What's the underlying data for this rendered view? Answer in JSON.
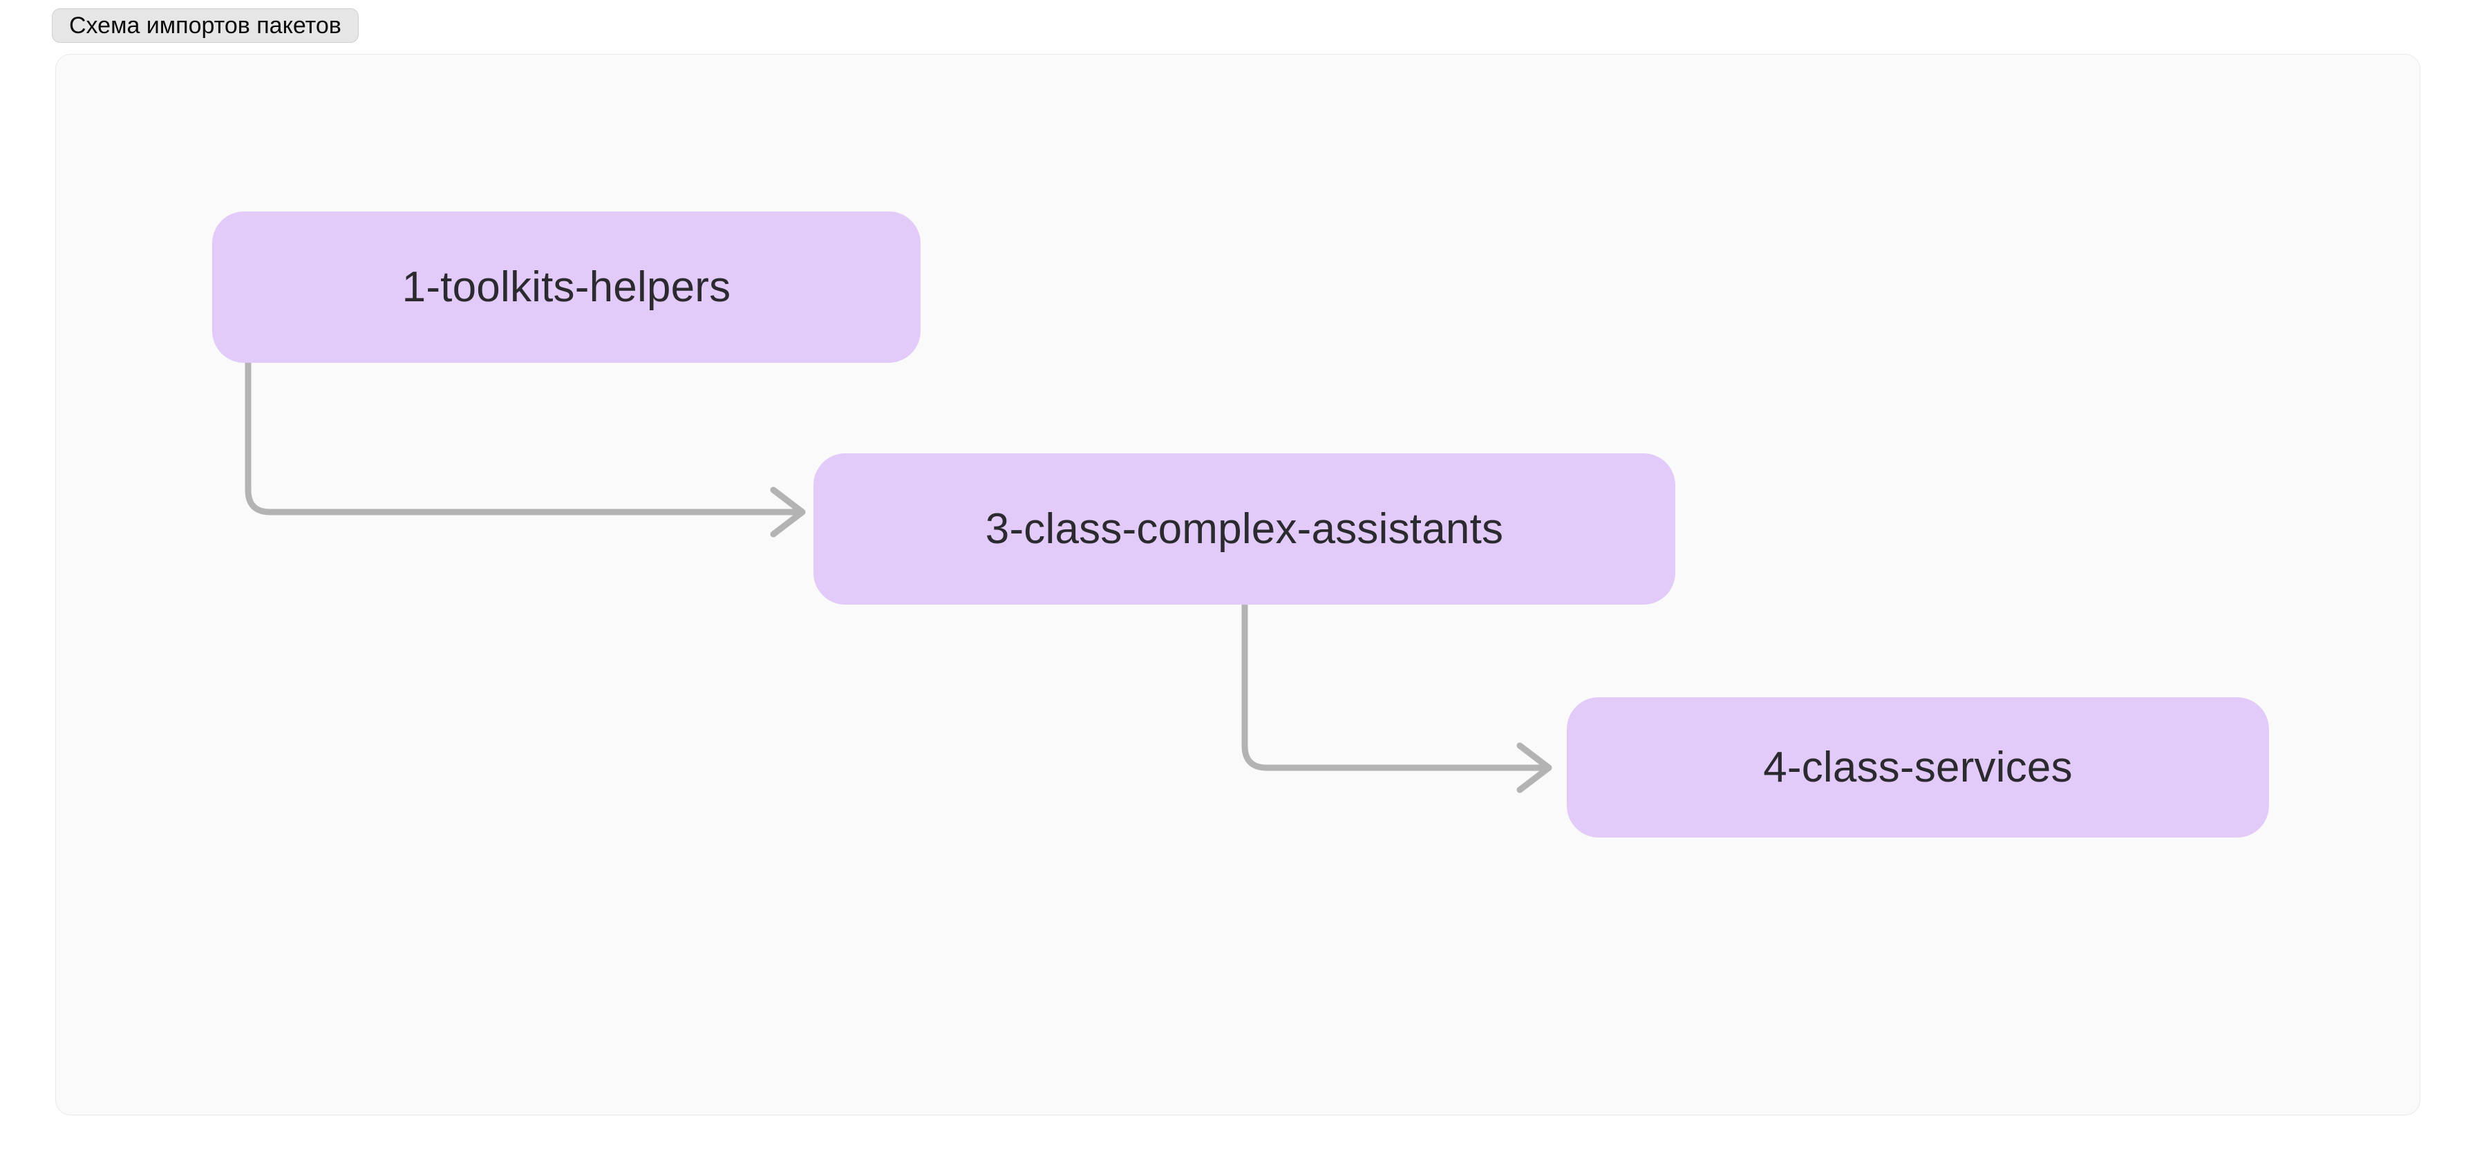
{
  "window": {
    "tab": {
      "label": "Схема импортов пакетов",
      "name": "tab-package-imports-diagram"
    }
  },
  "diagram": {
    "type": "flowchart",
    "direction": "top-down-left-right",
    "canvas_background": "#fafafa",
    "frame_border_color": "#e8e8e8",
    "node_fill": "#e2caf9",
    "node_text_color": "#2b2a2e",
    "edge_color": "#b3b3b3",
    "nodes": [
      {
        "id": "n1",
        "label": "1-toolkits-helpers"
      },
      {
        "id": "n2",
        "label": "3-class-complex-assistants"
      },
      {
        "id": "n3",
        "label": "4-class-services"
      }
    ],
    "edges": [
      {
        "from": "n1",
        "to": "n2",
        "arrow": "open",
        "style": "elbow"
      },
      {
        "from": "n2",
        "to": "n3",
        "arrow": "open",
        "style": "elbow"
      }
    ]
  }
}
